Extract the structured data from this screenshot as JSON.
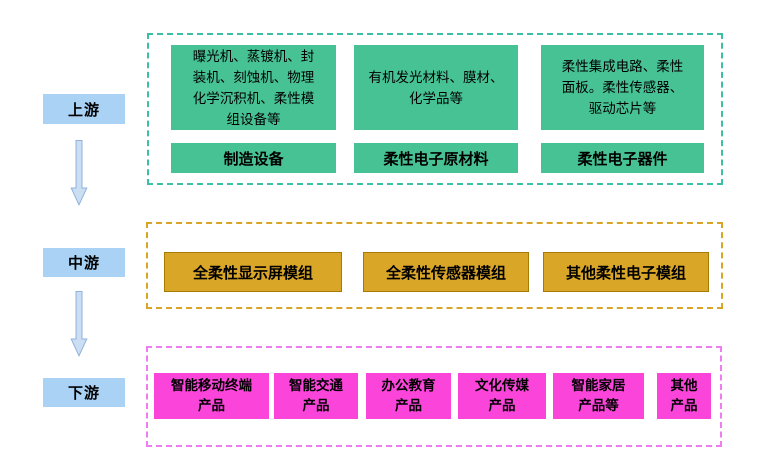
{
  "stages": [
    {
      "label": "上游"
    },
    {
      "label": "中游"
    },
    {
      "label": "下游"
    }
  ],
  "upstream": {
    "columns": [
      {
        "desc": "曝光机、蒸镀机、封\n装机、刻蚀机、物理\n化学沉积机、柔性模\n组设备等",
        "label": "制造设备"
      },
      {
        "desc": "有机发光材料、膜材、\n化学品等",
        "label": "柔性电子原材料"
      },
      {
        "desc": "柔性集成电路、柔性\n面板。柔性传感器、\n驱动芯片等",
        "label": "柔性电子器件"
      }
    ]
  },
  "midstream": {
    "items": [
      "全柔性显示屏模组",
      "全柔性传感器模组",
      "其他柔性电子模组"
    ]
  },
  "downstream": {
    "items": [
      "智能移动终端\n产品",
      "智能交通\n产品",
      "办公教育\n产品",
      "文化传媒\n产品",
      "智能家居\n产品等",
      "其他\n产品"
    ]
  },
  "colors": {
    "stage_fill": "#A9D2F4",
    "arrow_fill": "#CBDEF2",
    "arrow_stroke": "#8FB3DC",
    "upstream_border": "#3DBFA5",
    "upstream_box": "#47C295",
    "midstream_border": "#D9A527",
    "midstream_box_fill": "#D9A628",
    "midstream_box_border": "#A67C00",
    "downstream_border": "#EE7EF0",
    "downstream_box": "#FA44DA",
    "text": "#000000"
  }
}
